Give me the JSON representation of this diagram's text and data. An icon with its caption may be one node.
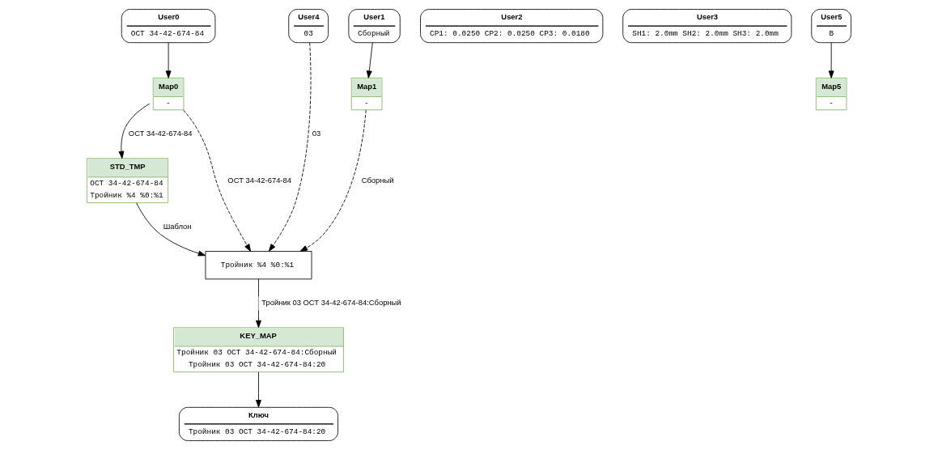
{
  "diagram": {
    "nodes": [
      {
        "text": [
          "User0",
          "ОСТ 34-42-674-84"
        ]
      },
      {
        "text": [
          "User1",
          "Сборный"
        ]
      },
      {
        "text": [
          "User2",
          "CP1: 0.0250 CP2: 0.0250 CP3: 0.0180"
        ]
      },
      {
        "text": [
          "User3",
          "SH1: 2.0mm SH2: 2.0mm SH3: 2.0mm"
        ]
      },
      {
        "text": [
          "User4",
          "03"
        ]
      },
      {
        "text": [
          "User5",
          "B"
        ]
      },
      {
        "text": [
          "Map0",
          "-"
        ]
      },
      {
        "text": [
          "Map1",
          "-"
        ]
      },
      {
        "text": [
          "Map5",
          "-"
        ]
      },
      {
        "text": [
          "STD_TMP",
          "ОСТ 34-42-674-84",
          "Тройник %4 %0:%1"
        ]
      },
      {
        "text": [
          "Тройник %4 %0:%1"
        ]
      },
      {
        "text": [
          "KEY_MAP",
          "Тройник 03 ОСТ 34-42-674-84:Сборный",
          "Тройник 03 ОСТ 34-42-674-84:20"
        ]
      },
      {
        "text": [
          "Ключ",
          "Тройник 03 ОСТ 34-42-674-84:20"
        ]
      }
    ],
    "edges": [
      {
        "from": 0,
        "to": 6,
        "arrow": "to"
      },
      {
        "from": 1,
        "to": 7,
        "arrow": "to"
      },
      {
        "from": 5,
        "to": 8,
        "arrow": "to"
      },
      {
        "from": 6,
        "to": 9,
        "arrow": "to",
        "label": "ОСТ 34-42-674-84"
      },
      {
        "from": 9,
        "to": 10,
        "arrow": "to",
        "label": "Шаблон"
      },
      {
        "from": 4,
        "to": 10,
        "arrow": "to",
        "label": "03",
        "style": "dashed"
      },
      {
        "from": 6,
        "to": 10,
        "arrow": "to",
        "label": "ОСТ 34-42-674-84",
        "style": "dashed"
      },
      {
        "from": 7,
        "to": 10,
        "arrow": "to",
        "label": "Сборный",
        "style": "dashed"
      },
      {
        "from": 10,
        "to": 11,
        "arrow": "to",
        "label": "Тройник 03 ОСТ 34-42-674-84:Сборный"
      },
      {
        "from": 11,
        "to": 12,
        "arrow": "to"
      }
    ]
  }
}
